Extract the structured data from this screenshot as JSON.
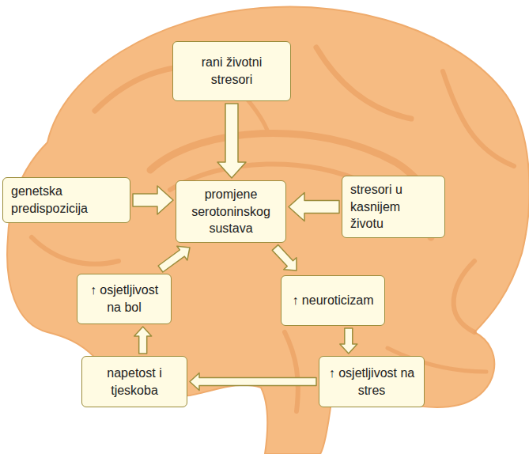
{
  "diagram": {
    "nodes": [
      {
        "text": [
          "rani životni stresori"
        ]
      },
      {
        "text": [
          "genetska predispozicija"
        ]
      },
      {
        "text": [
          "promjene serotoninskog sustava"
        ]
      },
      {
        "text": [
          "stresori u kasnijem životu"
        ]
      },
      {
        "text": [
          "↑ osjetljivost na bol"
        ]
      },
      {
        "text": [
          "↑ neuroticizam"
        ]
      },
      {
        "text": [
          "napetost i tjeskoba"
        ]
      },
      {
        "text": [
          "↑ osjetljivost na stres"
        ]
      }
    ],
    "edges": [
      {
        "from": 0,
        "to": 2,
        "arrow": "to"
      },
      {
        "from": 1,
        "to": 2,
        "arrow": "to"
      },
      {
        "from": 3,
        "to": 2,
        "arrow": "to"
      },
      {
        "from": 2,
        "to": 5,
        "arrow": "to"
      },
      {
        "from": 5,
        "to": 7,
        "arrow": "to"
      },
      {
        "from": 7,
        "to": 6,
        "arrow": "to"
      },
      {
        "from": 6,
        "to": 4,
        "arrow": "to"
      },
      {
        "from": 4,
        "to": 2,
        "arrow": "to"
      }
    ]
  }
}
